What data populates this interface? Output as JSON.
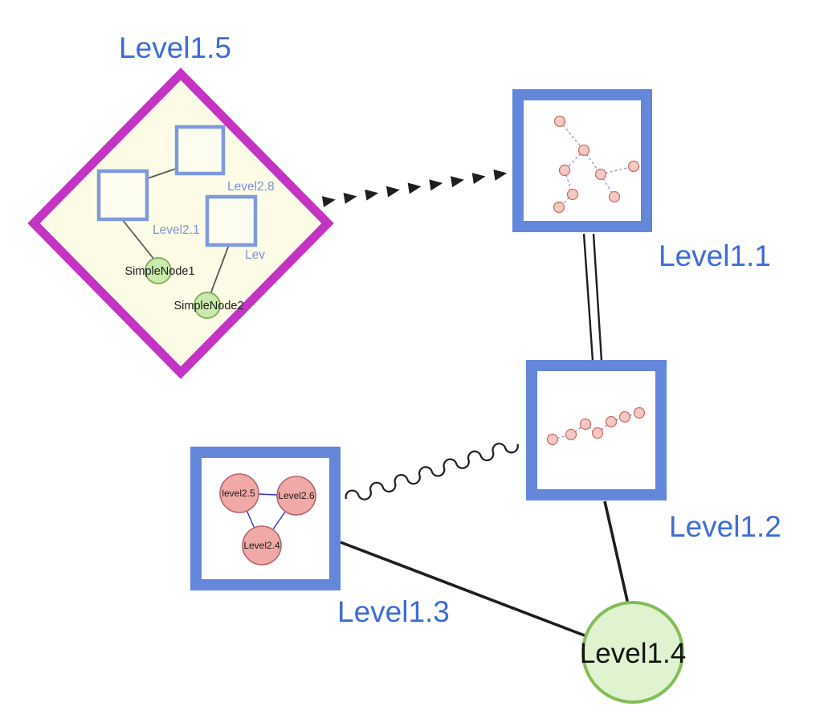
{
  "nodes": {
    "level1_5": {
      "label": "Level1.5",
      "type": "group-diamond"
    },
    "level1_1": {
      "label": "Level1.1",
      "type": "square-graph-node"
    },
    "level1_2": {
      "label": "Level1.2",
      "type": "square-graph-node"
    },
    "level1_3": {
      "label": "Level1.3",
      "type": "square-graph-node"
    },
    "level1_4": {
      "label": "Level1.4",
      "type": "green-circle"
    },
    "level2_8": {
      "label": "Level2.8",
      "type": "inner-square"
    },
    "level2_1": {
      "label": "Level2.1",
      "type": "inner-square"
    },
    "level2_partial": {
      "label": "Lev",
      "type": "inner-square"
    },
    "simple_node_1": {
      "label": "SimpleNode1",
      "type": "green-small-circle"
    },
    "simple_node_2": {
      "label": "SimpleNode2",
      "type": "green-small-circle"
    },
    "level2_5": {
      "label": "level2.5",
      "type": "pink-circle"
    },
    "level2_6": {
      "label": "Level2.6",
      "type": "pink-circle"
    },
    "level2_4": {
      "label": "Level2.4",
      "type": "pink-circle"
    }
  },
  "edges": [
    {
      "from": "Level1.5",
      "to": "Level1.1",
      "style": "bold-dashed-arrowheads"
    },
    {
      "from": "Level1.1",
      "to": "Level1.2",
      "style": "double-line"
    },
    {
      "from": "Level1.3",
      "to": "Level1.2",
      "style": "wavy"
    },
    {
      "from": "Level1.3",
      "to": "Level1.4",
      "style": "solid"
    },
    {
      "from": "Level1.2",
      "to": "Level1.4",
      "style": "solid"
    },
    {
      "from": "Level2.1",
      "to": "SimpleNode1",
      "style": "thin"
    },
    {
      "from": "Lev",
      "to": "SimpleNode2",
      "style": "thin"
    },
    {
      "from": "Level2.8",
      "to": "Level2.1",
      "style": "thin"
    },
    {
      "from": "level2.5",
      "to": "Level2.6",
      "style": "thin-blue"
    },
    {
      "from": "level2.5",
      "to": "Level2.4",
      "style": "thin-blue"
    },
    {
      "from": "Level2.6",
      "to": "Level2.4",
      "style": "thin-blue"
    }
  ],
  "colors": {
    "label_blue": "#3D6CD8",
    "inner_label_blue": "#7E90D6",
    "node_border_blue": "#6487DB",
    "group_border_magenta": "#C433C4",
    "group_fill_yellow": "#FCFCE6",
    "green_fill": "#DFF3D0",
    "green_border": "#84BD57",
    "simple_green_fill": "#CBEAAE",
    "pink_fill": "#F0A9A6",
    "pink_border": "#C0504D",
    "edge_black": "#1E1E1E",
    "mini_edge_blue": "#8585D2"
  }
}
